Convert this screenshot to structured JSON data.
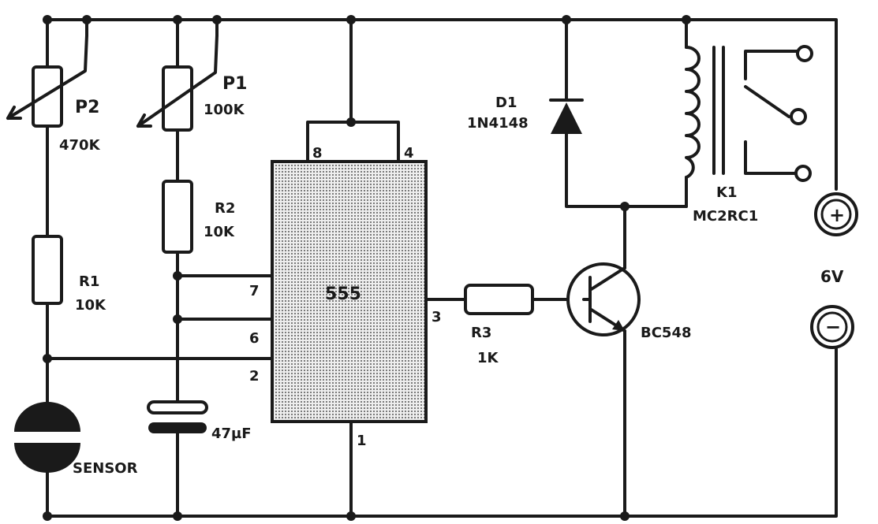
{
  "colors": {
    "ink": "#1a1a1a",
    "ic_fill": "#d6d6d6",
    "paper": "#ffffff"
  },
  "components": {
    "p2": {
      "name": "P2",
      "value": "470K"
    },
    "p1": {
      "name": "P1",
      "value": "100K"
    },
    "r1": {
      "name": "R1",
      "value": "10K"
    },
    "r2": {
      "name": "R2",
      "value": "10K"
    },
    "r3": {
      "name": "R3",
      "value": "1K"
    },
    "c1": {
      "value": "47µF"
    },
    "sensor": {
      "label": "SENSOR"
    },
    "ic": {
      "label": "555",
      "pin8": "8",
      "pin4": "4",
      "pin7": "7",
      "pin6": "6",
      "pin2": "2",
      "pin3": "3",
      "pin1": "1"
    },
    "d1": {
      "name": "D1",
      "part": "1N4148"
    },
    "transistor": {
      "part": "BC548"
    },
    "relay": {
      "name": "K1",
      "part": "MC2RC1"
    },
    "supply": {
      "voltage": "6V",
      "plus": "+",
      "minus": "−"
    }
  }
}
